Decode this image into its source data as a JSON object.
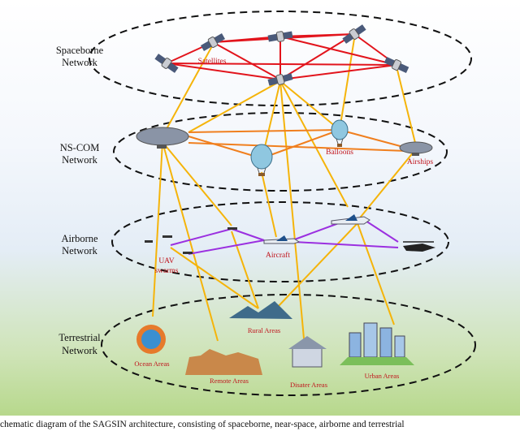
{
  "layers": [
    {
      "id": "spaceborne",
      "label_line1": "Spaceborne",
      "label_line2": "Network"
    },
    {
      "id": "nscom",
      "label_line1": "NS-COM",
      "label_line2": "Network"
    },
    {
      "id": "airborne",
      "label_line1": "Airborne",
      "label_line2": "Network"
    },
    {
      "id": "terrestrial",
      "label_line1": "Terrestrial",
      "label_line2": "Network"
    }
  ],
  "nodes": {
    "satellites": "Satellites",
    "balloons": "Balloons",
    "airships": "Airships",
    "uav_line1": "UAV",
    "uav_line2": "swarms",
    "aircraft": "Aircraft",
    "rural": "Rural Areas",
    "ocean": "Ocean Areas",
    "remote": "Remote Areas",
    "disaster": "Disater Areas",
    "urban": "Urban Areas"
  },
  "caption": "chematic diagram of the SAGSIN architecture, consisting of spaceborne, near-space, airborne and terrestrial",
  "colors": {
    "space_links": "#e2141c",
    "nscom_links": "#f07f1e",
    "airborne_links": "#9b30e0",
    "cross_links": "#f5b40a",
    "label_red": "#c0141c"
  }
}
